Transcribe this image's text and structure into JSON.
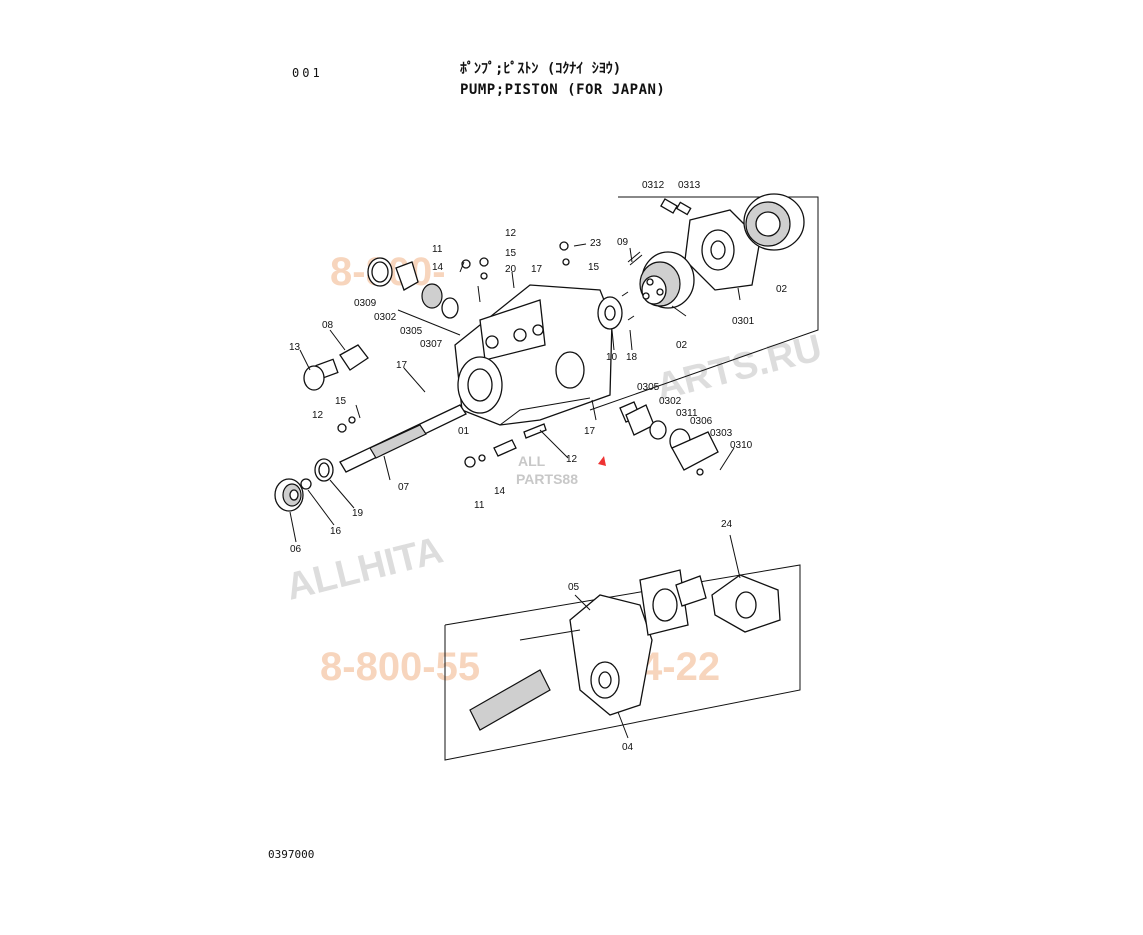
{
  "header": {
    "page_code": "001",
    "title_jp": "ﾎﾟﾝﾌﾟ;ﾋﾟｽﾄﾝ (ｺｸﾅｲ ｼﾖｳ)",
    "title_en": "PUMP;PISTON (FOR JAPAN)"
  },
  "footer": {
    "doc_number": "0397000"
  },
  "watermarks": {
    "phone_1": "8-800-",
    "phone_2": "8-800-55",
    "phone_3": "4-22",
    "site_1": "ALLHITA",
    "site_2": "ARTS.RU",
    "logo_1": "ALL",
    "logo_2": "PARTS88"
  },
  "labels": {
    "l0312": "0312",
    "l0313": "0313",
    "l12a": "12",
    "l11a": "11",
    "l15a": "15",
    "l23": "23",
    "l09": "09",
    "l14a": "14",
    "l20": "20",
    "l17a": "17",
    "l15b": "15",
    "l0309": "0309",
    "l0302a": "0302",
    "l0305a": "0305",
    "l0307": "0307",
    "l08": "08",
    "l13": "13",
    "l17b": "17",
    "l15c": "15",
    "l12b": "12",
    "l01": "01",
    "l10": "10",
    "l18": "18",
    "l02a": "02",
    "l02b": "02",
    "l0301": "0301",
    "l0305b": "0305",
    "l0302b": "0302",
    "l0311": "0311",
    "l0306": "0306",
    "l0303": "0303",
    "l0310": "0310",
    "l17c": "17",
    "l12c": "12",
    "l14b": "14",
    "l11b": "11",
    "l07": "07",
    "l19": "19",
    "l16": "16",
    "l06": "06",
    "l24": "24",
    "l05": "05",
    "l04": "04"
  }
}
